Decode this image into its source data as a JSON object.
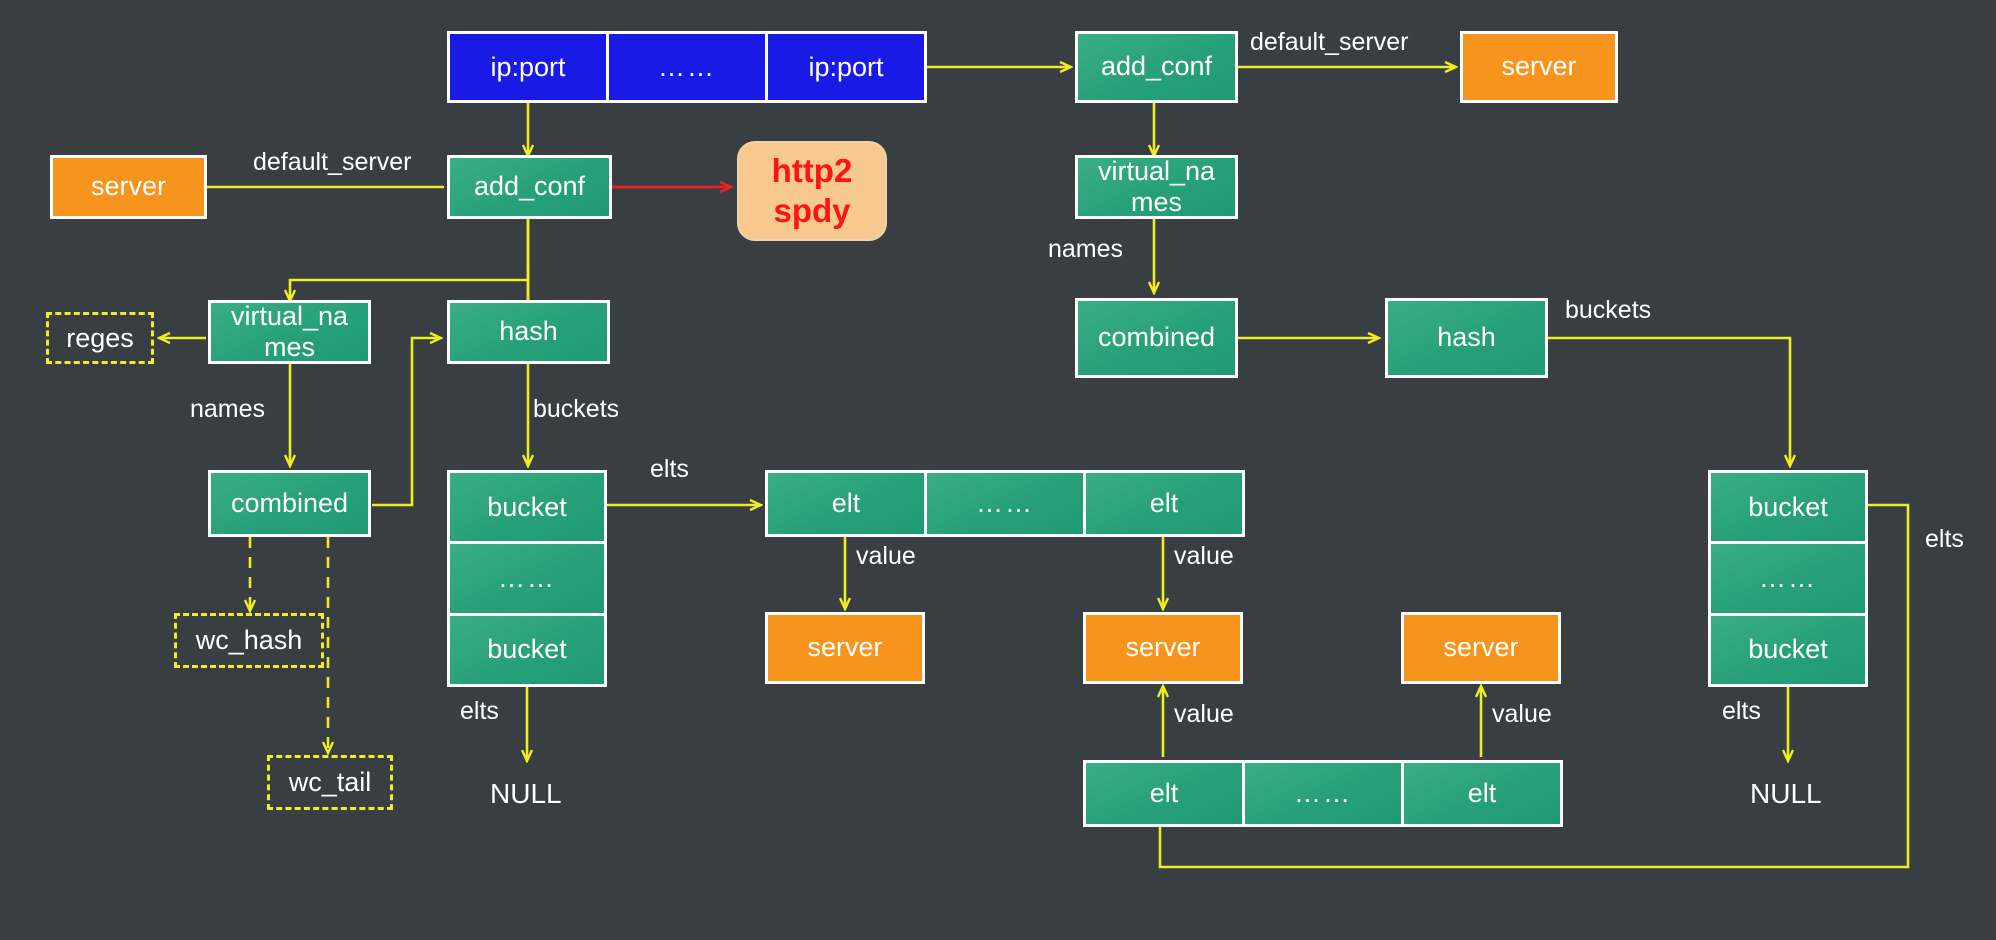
{
  "diagram": {
    "title": "nginx virtual server configuration hash structures",
    "background_color": "#393e43",
    "colors": {
      "green": "#27a079",
      "orange": "#f7941e",
      "blue": "#1a1ae6",
      "wire": "#eeee22",
      "wire_alt": "#ee2222",
      "soft_box": "#f7c98e",
      "soft_text": "#ff1414",
      "text": "#ffffff"
    },
    "ellipsis": "……"
  },
  "nodes": {
    "addr_row": {
      "cells": [
        "ip:port",
        "……",
        "ip:port"
      ]
    },
    "add_conf_right": {
      "label": "add_conf"
    },
    "server_top_right": {
      "label": "server"
    },
    "virtual_names_right": {
      "label": "virtual_na\nmes"
    },
    "combined_right": {
      "label": "combined"
    },
    "hash_right": {
      "label": "hash"
    },
    "bucket_col_right": {
      "cells": [
        "bucket",
        "……",
        "bucket"
      ]
    },
    "null_right": {
      "label": "NULL"
    },
    "add_conf_left": {
      "label": "add_conf"
    },
    "server_top_left": {
      "label": "server"
    },
    "http2_spdy": {
      "label": "http2\nspdy"
    },
    "virtual_names_left": {
      "label": "virtual_na\nmes"
    },
    "reges": {
      "label": "reges"
    },
    "combined_left": {
      "label": "combined"
    },
    "wc_hash": {
      "label": "wc_hash"
    },
    "wc_tail": {
      "label": "wc_tail"
    },
    "hash_left": {
      "label": "hash"
    },
    "bucket_col_left": {
      "cells": [
        "bucket",
        "……",
        "bucket"
      ]
    },
    "null_left": {
      "label": "NULL"
    },
    "elt_row_top": {
      "cells": [
        "elt",
        "……",
        "elt"
      ]
    },
    "elt_row_bottom": {
      "cells": [
        "elt",
        "……",
        "elt"
      ]
    },
    "server_mid_a": {
      "label": "server"
    },
    "server_mid_b": {
      "label": "server"
    },
    "server_mid_c": {
      "label": "server"
    }
  },
  "edge_labels": {
    "default_server_right": "default_server",
    "default_server_left": "default_server",
    "names_right": "names",
    "names_left": "names",
    "buckets_right": "buckets",
    "buckets_left": "buckets",
    "elts_left_row": "elts",
    "elts_left_null": "elts",
    "elts_right_row": "elts",
    "elts_right_null": "elts",
    "value_a": "value",
    "value_b": "value",
    "value_c": "value",
    "value_d": "value"
  }
}
